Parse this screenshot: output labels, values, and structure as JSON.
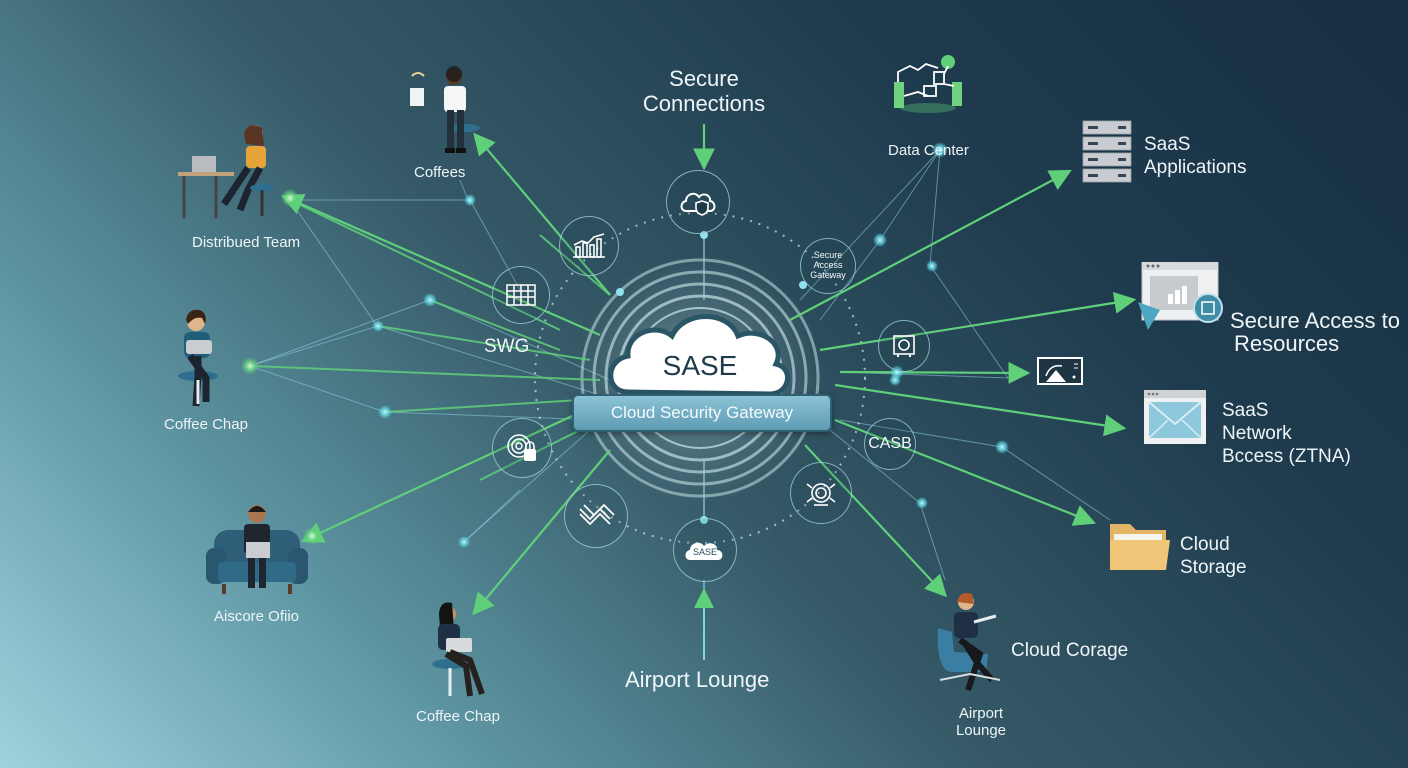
{
  "center": {
    "title": "SASE",
    "subtitle": "Cloud Security Gateway"
  },
  "top_label": "Secure Connections",
  "bottom_label": "Airport Lounge",
  "ring_nodes": [
    {
      "id": "cloud-shield",
      "icon": "cloud-shield-icon"
    },
    {
      "id": "analytics",
      "icon": "bar-chart-icon"
    },
    {
      "id": "firewall",
      "icon": "firewall-grid-icon"
    },
    {
      "id": "secure-access-gateway",
      "text": "Secure\nAccess\nGateway"
    },
    {
      "id": "safe",
      "icon": "safe-icon"
    },
    {
      "id": "casb",
      "text": "CASB"
    },
    {
      "id": "threat",
      "icon": "threat-bot-icon"
    },
    {
      "id": "sase-mini",
      "text": "SASE"
    },
    {
      "id": "waves",
      "icon": "wave-filter-icon"
    },
    {
      "id": "fingerprint",
      "icon": "fingerprint-lock-icon"
    }
  ],
  "side_labels": {
    "swg": "SWG"
  },
  "users": [
    {
      "label": "Coffees",
      "icon": "person-coffee-icon"
    },
    {
      "label": "Distribued Team",
      "icon": "person-desk-laptop-icon"
    },
    {
      "label": "Coffee Chap",
      "icon": "person-chair-laptop-icon"
    },
    {
      "label": "Aiscore Ofiio",
      "icon": "person-sofa-laptop-icon"
    },
    {
      "label": "Coffee Chap",
      "icon": "person-stool-laptop-icon"
    },
    {
      "label": "Airport Lounge",
      "icon": "person-lounge-chair-icon"
    }
  ],
  "resources": [
    {
      "label": "Data Center",
      "icon": "data-center-icon"
    },
    {
      "label": "SaaS Applications",
      "line1": "SaaS",
      "line2": "Applications",
      "icon": "server-rack-icon"
    },
    {
      "label": "Secure Access to Resources",
      "line1": "Secure Access to",
      "line2": "Resources",
      "icon": "browser-chart-icon"
    },
    {
      "label": "",
      "icon": "image-frame-icon"
    },
    {
      "label": "SaaS Network Bccess (ZTNA)",
      "line1": "SaaS",
      "line2": "Network",
      "line3": "Bccess (ZTNA)",
      "icon": "mail-window-icon"
    },
    {
      "label": "Cloud Storage",
      "line1": "Cloud",
      "line2": "Storage",
      "icon": "folder-icon"
    },
    {
      "label": "Cloud Corage",
      "icon": "text-label"
    }
  ],
  "colors": {
    "arrow_green": "#5fcf7a",
    "line_cyan": "#7fd6e0",
    "ring": "#b7d9dd",
    "bg_dark": "#172f42",
    "bg_light": "#9fd3de",
    "gateway_bar": "#6eaac0"
  }
}
